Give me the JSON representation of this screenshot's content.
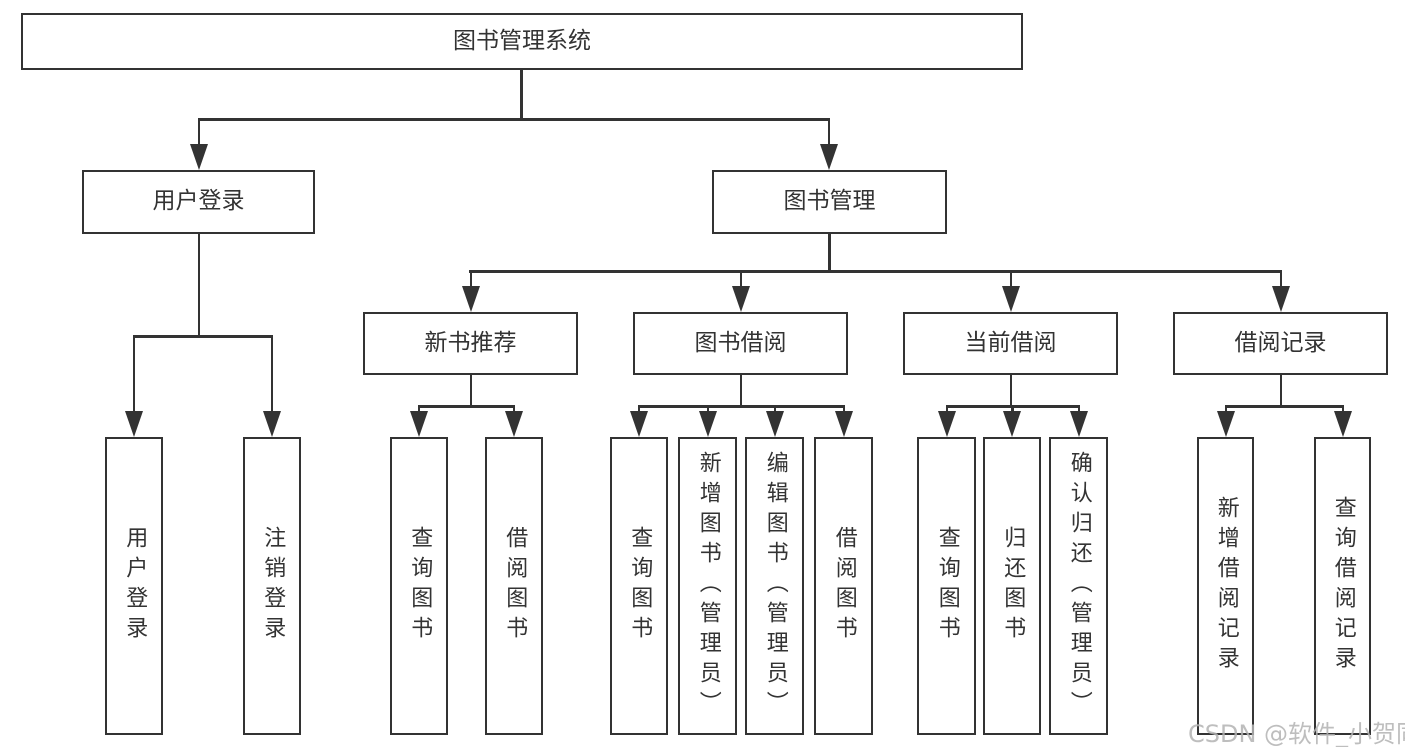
{
  "diagram": {
    "title": "图书管理系统",
    "colors": {
      "line": "#333333",
      "text": "#333333",
      "background": "#ffffff",
      "watermark": "#b3b3b3"
    },
    "nodes": {
      "root": "图书管理系统",
      "user_login": "用户登录",
      "book_mgmt": "图书管理",
      "new_book_rec": "新书推荐",
      "book_borrow": "图书借阅",
      "current_borrow": "当前借阅",
      "borrow_record": "借阅记录",
      "leaf_user_login": "用户登录",
      "leaf_logout": "注销登录",
      "leaf_query_book_rec": "查询图书",
      "leaf_borrow_book_rec": "借阅图书",
      "leaf_query_book_borrow": "查询图书",
      "leaf_add_book": "新增图书（管理员）",
      "leaf_edit_book": "编辑图书（管理员）",
      "leaf_borrow_book_borrow": "借阅图书",
      "leaf_query_book_current": "查询图书",
      "leaf_return_book": "归还图书",
      "leaf_confirm_return": "确认归还（管理员）",
      "leaf_add_record": "新增借阅记录",
      "leaf_query_record": "查询借阅记录"
    },
    "hierarchy": [
      {
        "parent": "root",
        "children": [
          "user_login",
          "book_mgmt"
        ]
      },
      {
        "parent": "user_login",
        "children": [
          "leaf_user_login",
          "leaf_logout"
        ]
      },
      {
        "parent": "book_mgmt",
        "children": [
          "new_book_rec",
          "book_borrow",
          "current_borrow",
          "borrow_record"
        ]
      },
      {
        "parent": "new_book_rec",
        "children": [
          "leaf_query_book_rec",
          "leaf_borrow_book_rec"
        ]
      },
      {
        "parent": "book_borrow",
        "children": [
          "leaf_query_book_borrow",
          "leaf_add_book",
          "leaf_edit_book",
          "leaf_borrow_book_borrow"
        ]
      },
      {
        "parent": "current_borrow",
        "children": [
          "leaf_query_book_current",
          "leaf_return_book",
          "leaf_confirm_return"
        ]
      },
      {
        "parent": "borrow_record",
        "children": [
          "leaf_add_record",
          "leaf_query_record"
        ]
      }
    ]
  },
  "watermark": {
    "text": "CSDN @软件_小贺同学"
  }
}
